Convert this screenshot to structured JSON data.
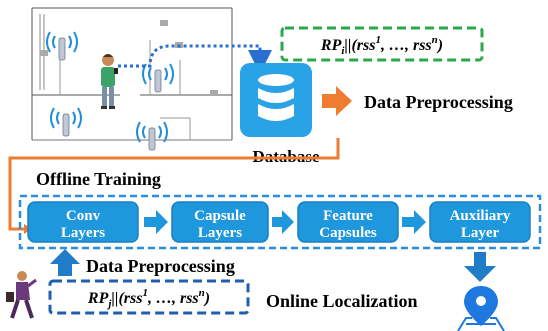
{
  "training_formula": {
    "base": "RP",
    "sub": "i",
    "mid": "||(rss",
    "sup1": "1",
    "dots": ", …, rss",
    "supn": "n",
    "close": ")"
  },
  "database_label": "Database",
  "data_preprocessing_top": "Data Preprocessing",
  "offline_training": "Offline Training",
  "pipeline_blocks": [
    {
      "line1": "Conv",
      "line2": "Layers"
    },
    {
      "line1": "Capsule",
      "line2": "Layers"
    },
    {
      "line1": "Feature",
      "line2": "Capsules"
    },
    {
      "line1": "Auxiliary",
      "line2": "Layer"
    }
  ],
  "data_preprocessing_bottom": "Data Preprocessing",
  "test_formula": {
    "base": "RP",
    "sub": "j",
    "mid": "||(rss",
    "sup1": "1",
    "dots": ", …, rss",
    "supn": "n",
    "close": ")"
  },
  "online_localization": "Online Localization",
  "colors": {
    "block_fill": "#1f97dc",
    "block_border": "#1a7fc4",
    "dashed_blue": "#2a8ee0",
    "dashed_green": "#2aa84a",
    "orange": "#ee7d31",
    "arrow_blue": "#1f7cc8",
    "map_pin": "#1e78e0",
    "database_icon": "#29a3e5"
  }
}
